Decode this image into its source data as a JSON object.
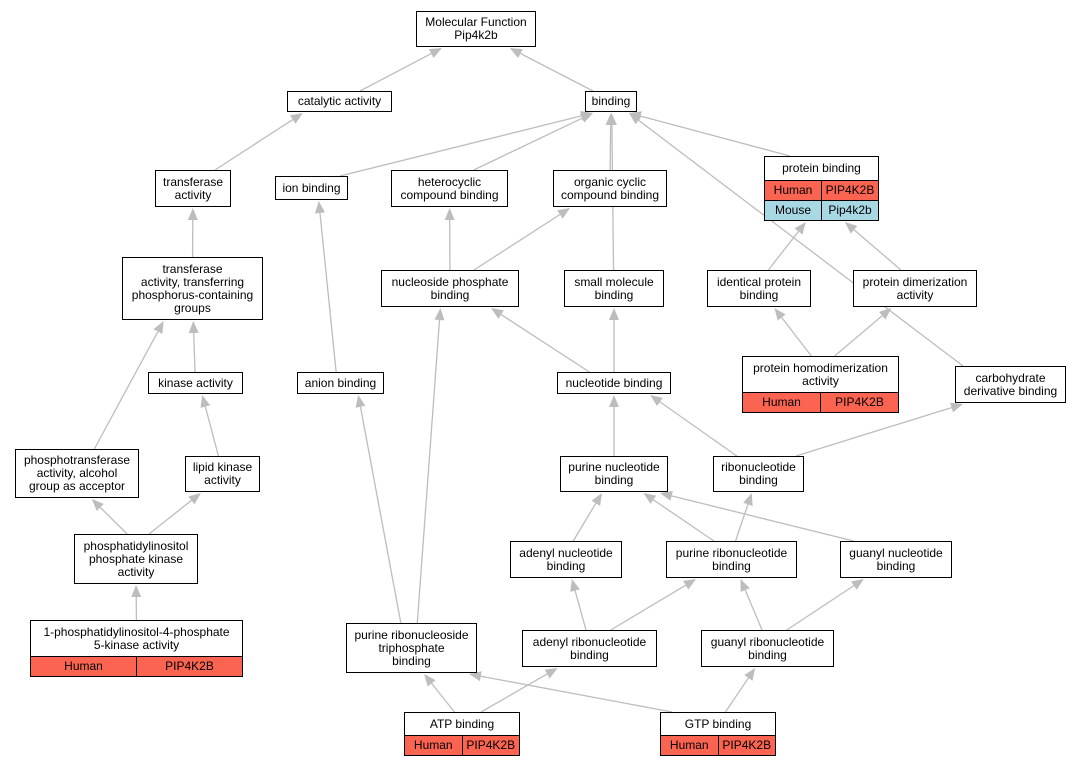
{
  "colors": {
    "human": "#fb6450",
    "mouse": "#a7d8e4",
    "edge": "#bdbdbd"
  },
  "nodes": {
    "root": {
      "label": "Molecular Function\nPip4k2b"
    },
    "catalytic": {
      "label": "catalytic activity"
    },
    "binding": {
      "label": "binding"
    },
    "transferase": {
      "label": "transferase\nactivity"
    },
    "ion_binding": {
      "label": "ion binding"
    },
    "heterocyclic": {
      "label": "heterocyclic\ncompound binding"
    },
    "organic_cyclic": {
      "label": "organic cyclic\ncompound binding"
    },
    "protein_binding": {
      "label": "protein binding",
      "rows": [
        [
          "Human",
          "PIP4K2B"
        ],
        [
          "Mouse",
          "Pip4k2b"
        ]
      ]
    },
    "transferase_phos": {
      "label": "transferase\nactivity, transferring\nphosphorus-containing\ngroups"
    },
    "nucleoside_phosphate": {
      "label": "nucleoside phosphate\nbinding"
    },
    "small_molecule": {
      "label": "small molecule\nbinding"
    },
    "identical_protein": {
      "label": "identical protein\nbinding"
    },
    "protein_dimerization": {
      "label": "protein dimerization\nactivity"
    },
    "kinase": {
      "label": "kinase activity"
    },
    "anion": {
      "label": "anion binding"
    },
    "nucleotide": {
      "label": "nucleotide binding"
    },
    "protein_homodimerization": {
      "label": "protein homodimerization\nactivity",
      "rows": [
        [
          "Human",
          "PIP4K2B"
        ]
      ]
    },
    "carbohydrate": {
      "label": "carbohydrate\nderivative binding"
    },
    "phosphotransferase": {
      "label": "phosphotransferase\nactivity, alcohol\ngroup as acceptor"
    },
    "lipid_kinase": {
      "label": "lipid kinase\nactivity"
    },
    "purine_nucleotide": {
      "label": "purine nucleotide\nbinding"
    },
    "ribonucleotide": {
      "label": "ribonucleotide\nbinding"
    },
    "pi_phosphate_kinase": {
      "label": "phosphatidylinositol\nphosphate kinase\nactivity"
    },
    "adenyl_nucleotide": {
      "label": "adenyl nucleotide\nbinding"
    },
    "purine_ribonucleotide": {
      "label": "purine ribonucleotide\nbinding"
    },
    "guanyl_nucleotide": {
      "label": "guanyl nucleotide\nbinding"
    },
    "pip5k": {
      "label": "1-phosphatidylinositol-4-phosphate\n5-kinase activity",
      "rows": [
        [
          "Human",
          "PIP4K2B"
        ]
      ]
    },
    "purine_ribonucleoside_tp": {
      "label": "purine ribonucleoside\ntriphosphate\nbinding"
    },
    "adenyl_ribonucleotide": {
      "label": "adenyl ribonucleotide\nbinding"
    },
    "guanyl_ribonucleotide": {
      "label": "guanyl ribonucleotide\nbinding"
    },
    "atp": {
      "label": "ATP binding",
      "rows": [
        [
          "Human",
          "PIP4K2B"
        ]
      ]
    },
    "gtp": {
      "label": "GTP binding",
      "rows": [
        [
          "Human",
          "PIP4K2B"
        ]
      ]
    }
  },
  "edges": [
    [
      "catalytic",
      "root"
    ],
    [
      "binding",
      "root"
    ],
    [
      "transferase",
      "catalytic"
    ],
    [
      "ion_binding",
      "binding"
    ],
    [
      "heterocyclic",
      "binding"
    ],
    [
      "organic_cyclic",
      "binding"
    ],
    [
      "protein_binding",
      "binding"
    ],
    [
      "small_molecule",
      "binding"
    ],
    [
      "carbohydrate",
      "binding"
    ],
    [
      "transferase_phos",
      "transferase"
    ],
    [
      "nucleoside_phosphate",
      "heterocyclic"
    ],
    [
      "nucleoside_phosphate",
      "organic_cyclic"
    ],
    [
      "identical_protein",
      "protein_binding"
    ],
    [
      "protein_dimerization",
      "protein_binding"
    ],
    [
      "kinase",
      "transferase_phos"
    ],
    [
      "phosphotransferase",
      "transferase_phos"
    ],
    [
      "anion",
      "ion_binding"
    ],
    [
      "nucleotide",
      "nucleoside_phosphate"
    ],
    [
      "nucleotide",
      "small_molecule"
    ],
    [
      "protein_homodimerization",
      "identical_protein"
    ],
    [
      "protein_homodimerization",
      "protein_dimerization"
    ],
    [
      "lipid_kinase",
      "kinase"
    ],
    [
      "purine_nucleotide",
      "nucleotide"
    ],
    [
      "ribonucleotide",
      "nucleotide"
    ],
    [
      "ribonucleotide",
      "carbohydrate"
    ],
    [
      "pi_phosphate_kinase",
      "phosphotransferase"
    ],
    [
      "pi_phosphate_kinase",
      "lipid_kinase"
    ],
    [
      "pip5k",
      "pi_phosphate_kinase"
    ],
    [
      "adenyl_nucleotide",
      "purine_nucleotide"
    ],
    [
      "purine_ribonucleotide",
      "purine_nucleotide"
    ],
    [
      "purine_ribonucleotide",
      "ribonucleotide"
    ],
    [
      "guanyl_nucleotide",
      "purine_nucleotide"
    ],
    [
      "purine_ribonucleoside_tp",
      "anion"
    ],
    [
      "purine_ribonucleoside_tp",
      "nucleoside_phosphate"
    ],
    [
      "adenyl_ribonucleotide",
      "adenyl_nucleotide"
    ],
    [
      "adenyl_ribonucleotide",
      "purine_ribonucleotide"
    ],
    [
      "guanyl_ribonucleotide",
      "purine_ribonucleotide"
    ],
    [
      "guanyl_ribonucleotide",
      "guanyl_nucleotide"
    ],
    [
      "atp",
      "purine_ribonucleoside_tp"
    ],
    [
      "atp",
      "adenyl_ribonucleotide"
    ],
    [
      "gtp",
      "purine_ribonucleoside_tp"
    ],
    [
      "gtp",
      "guanyl_ribonucleotide"
    ]
  ]
}
